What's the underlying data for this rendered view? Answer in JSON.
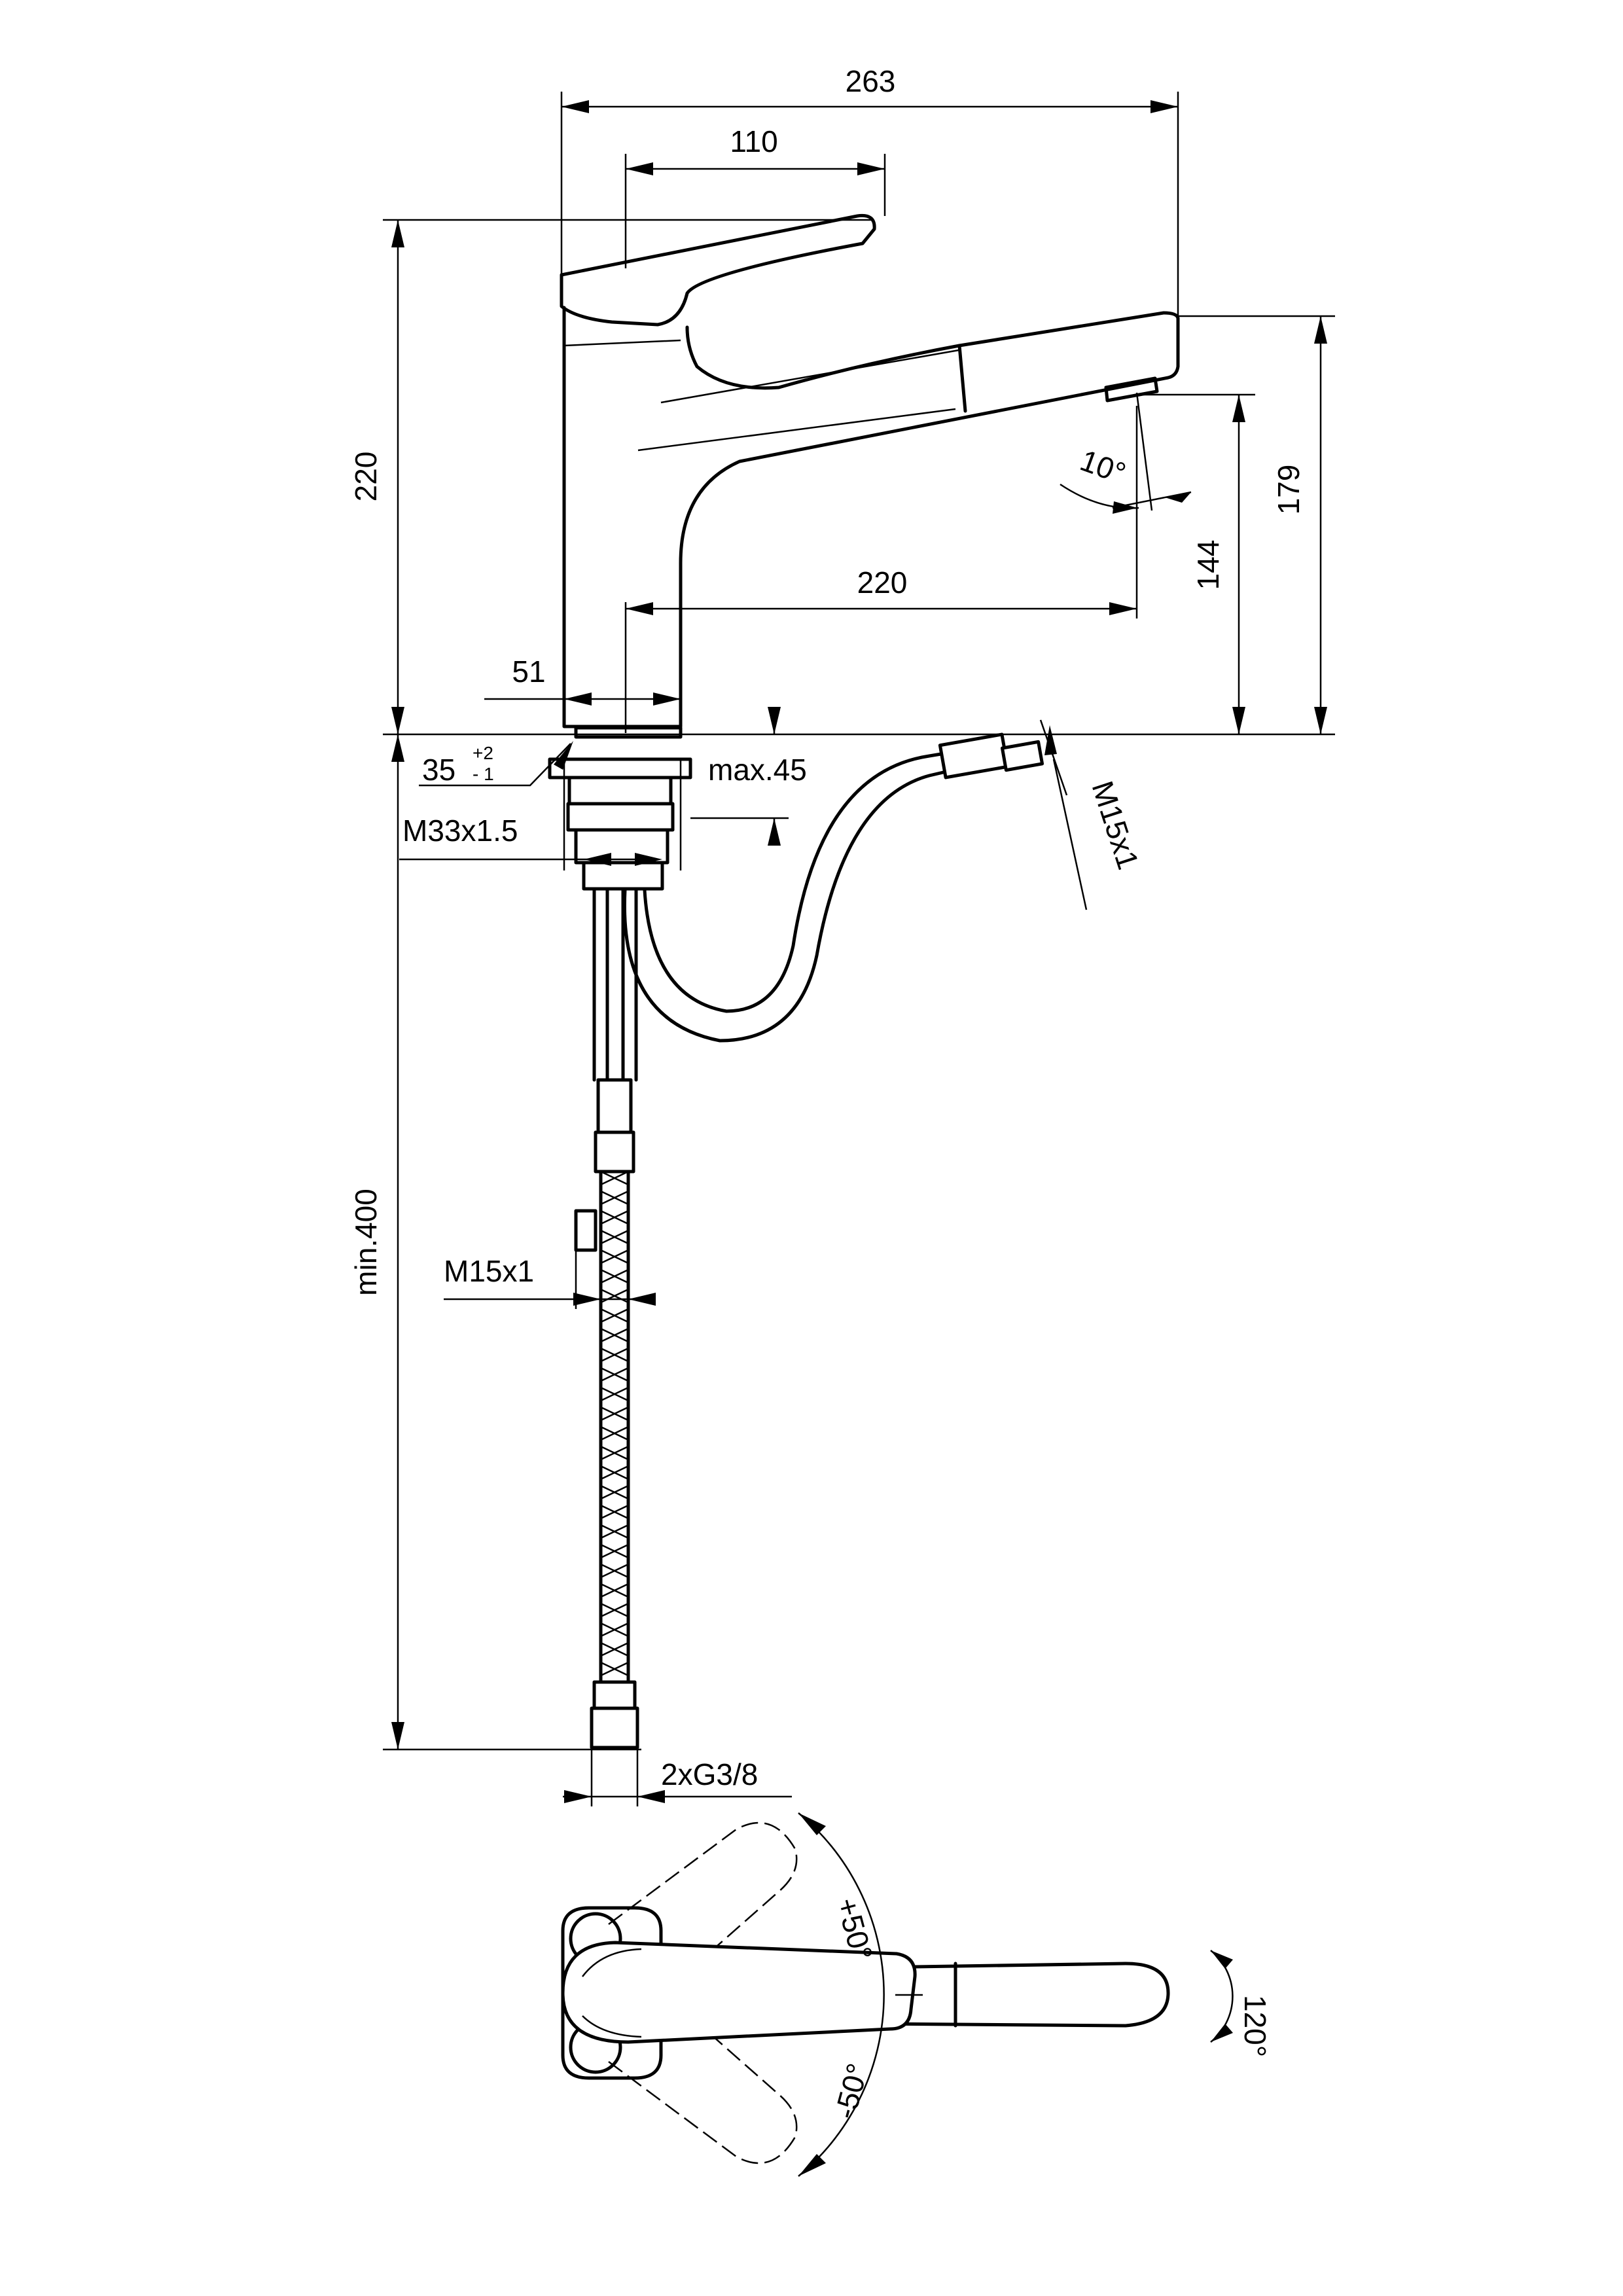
{
  "drawing": {
    "dimensions": {
      "overall_length": "263",
      "lever_length": "110",
      "total_height": "220",
      "spout_reach": "220",
      "body_diameter": "51",
      "spout_height_144": "144",
      "spout_height_179": "179",
      "spout_angle": "10°",
      "hole_diameter_main": "35",
      "hole_tol_upper": "+2",
      "hole_tol_lower": "- 1",
      "max_deck_thickness": "max.45",
      "mount_thread": "M33x1.5",
      "hose_thread_right": "M15x1",
      "hose_thread_left": "M15x1",
      "min_hose_length": "min.400",
      "connection_thread": "2xG3/8"
    },
    "plan_view": {
      "angle_plus": "+50°",
      "angle_minus": "-50°",
      "swivel_angle": "120°"
    }
  }
}
